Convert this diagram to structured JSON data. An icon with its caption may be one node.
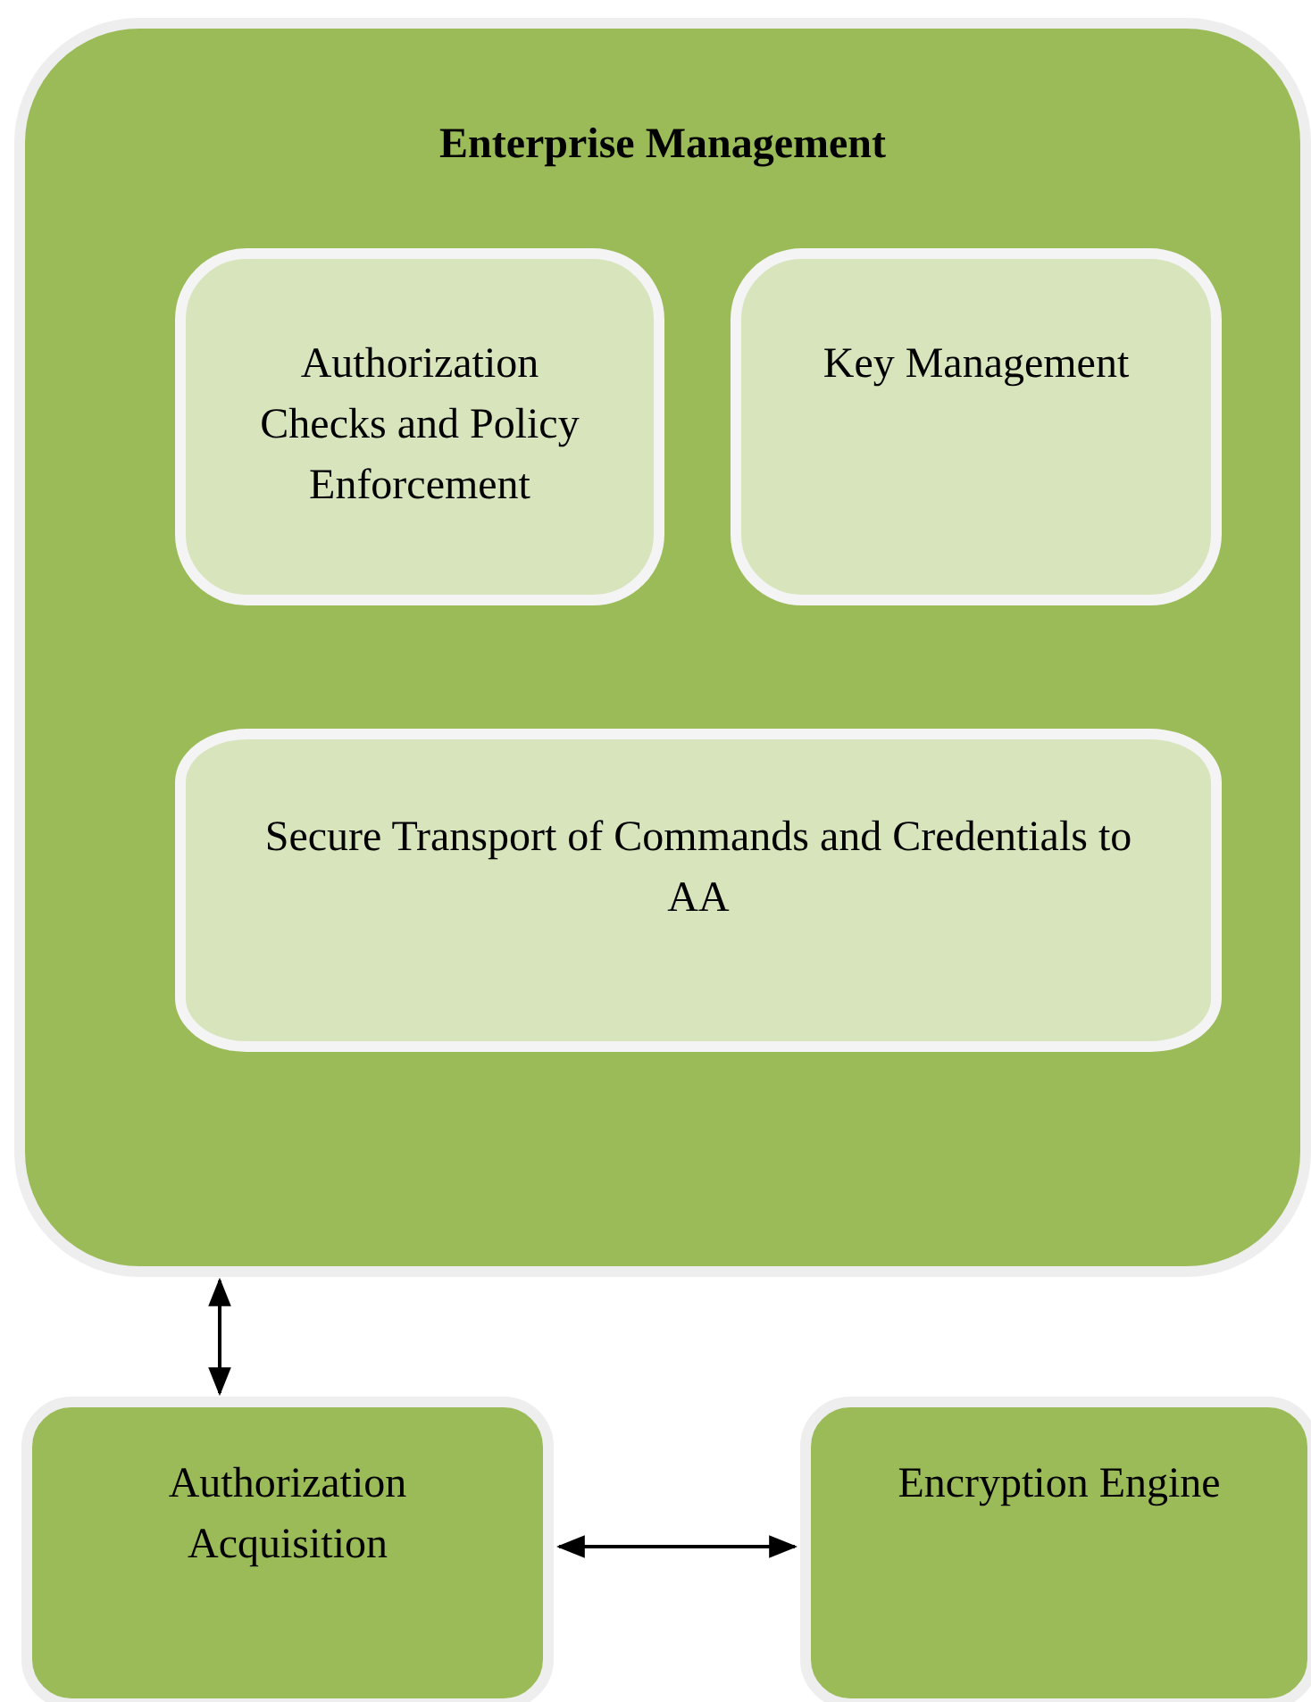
{
  "diagram": {
    "nodes": [
      {
        "text": [
          "Enterprise Management"
        ]
      },
      {
        "text": [
          "Authorization Checks and Policy Enforcement"
        ],
        "in": 0
      },
      {
        "text": [
          "Key Management"
        ],
        "in": 0
      },
      {
        "text": [
          "Secure Transport of Commands and Credentials to AA"
        ],
        "in": 0
      },
      {
        "text": [
          "Authorization Acquisition"
        ]
      },
      {
        "text": [
          "Encryption Engine"
        ]
      }
    ],
    "edges": [
      {
        "from": 0,
        "to": 4,
        "arrow": "both"
      },
      {
        "from": 4,
        "to": 5,
        "arrow": "both"
      }
    ]
  }
}
